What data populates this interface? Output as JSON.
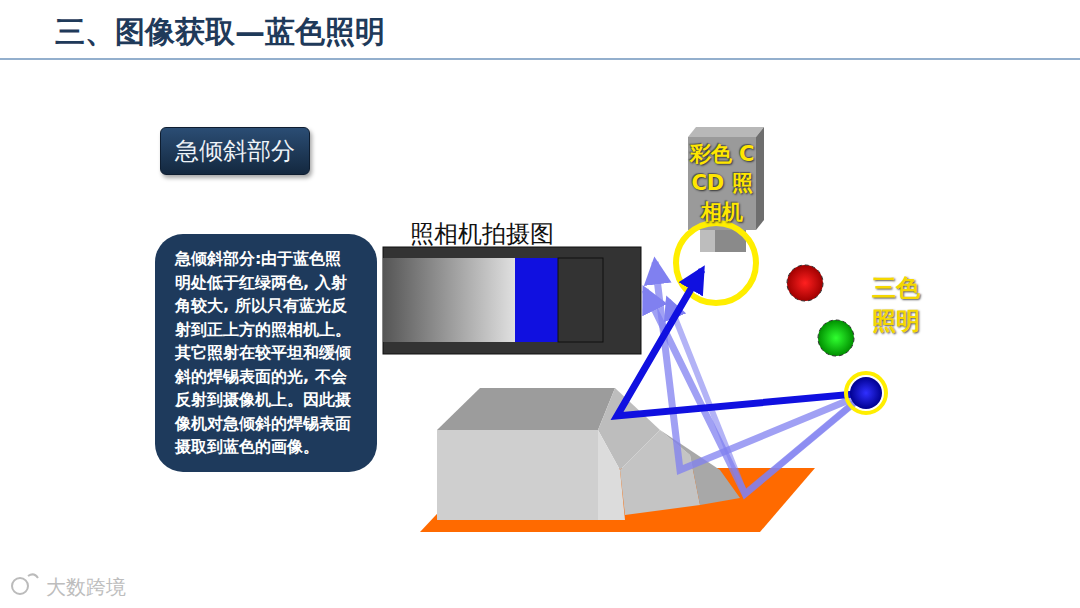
{
  "diagram": {
    "title": "三、图像获取—蓝色照明",
    "nodes": [
      {
        "text": [
          "急倾斜部分"
        ]
      },
      {
        "text": [
          "急倾斜部分:由于蓝色照明处低于红绿两色, 入射角较大, 所以只有蓝光反射到正上方的照相机上。其它照射在较平坦和缓倾斜的焊锡表面的光, 不会反射到摄像机上。因此摄像机对急倾斜的焊锡表面摄取到蓝色的画像。"
        ]
      },
      {
        "text": [
          "彩色 CCD 照相机"
        ]
      }
    ],
    "labels": [
      "照相机拍摄图",
      "三色 照明",
      "大数跨境"
    ]
  }
}
